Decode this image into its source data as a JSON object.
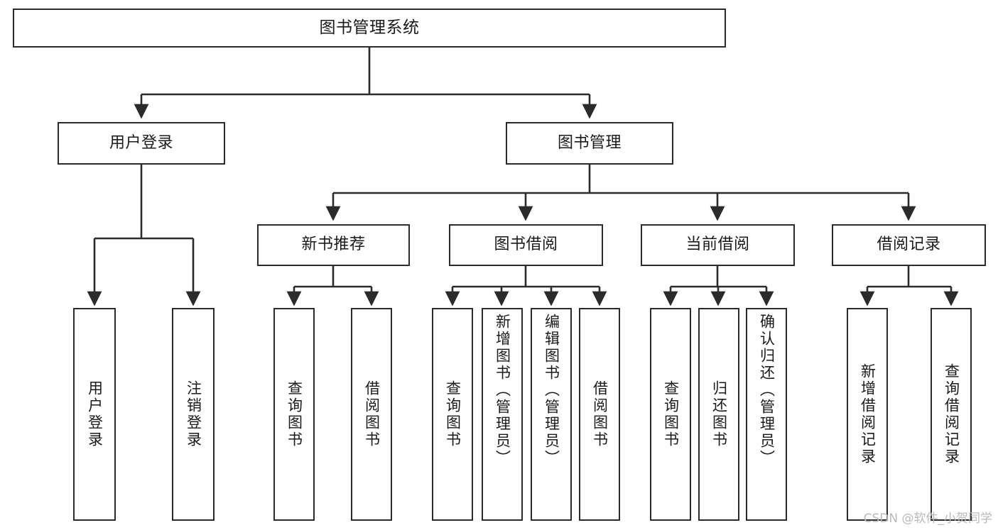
{
  "diagram": {
    "title": "图书管理系统",
    "type": "hierarchy-tree",
    "watermark": "CSDN @软件_小贺同学",
    "colors": {
      "node_border": "#2b2b2b",
      "node_fill": "#ffffff",
      "edge": "#2b2b2b",
      "text": "#1a1a1a",
      "background": "#ffffff",
      "watermark": "#b9b9b9"
    },
    "nodes": {
      "root": {
        "label": "图书管理系统"
      },
      "level2": [
        {
          "label": "用户登录"
        },
        {
          "label": "图书管理"
        }
      ],
      "level3": [
        {
          "label": "新书推荐"
        },
        {
          "label": "图书借阅"
        },
        {
          "label": "当前借阅"
        },
        {
          "label": "借阅记录"
        }
      ],
      "leaves": {
        "user_login": [
          {
            "label": "用户登录"
          },
          {
            "label": "注销登录"
          }
        ],
        "new_book_recommend": [
          {
            "label": "查询图书"
          },
          {
            "label": "借阅图书"
          }
        ],
        "book_borrow": [
          {
            "label": "查询图书"
          },
          {
            "label": "新增图书（管理员）"
          },
          {
            "label": "编辑图书（管理员）"
          },
          {
            "label": "借阅图书"
          }
        ],
        "current_borrow": [
          {
            "label": "查询图书"
          },
          {
            "label": "归还图书"
          },
          {
            "label": "确认归还（管理员）"
          }
        ],
        "borrow_record": [
          {
            "label": "新增借阅记录"
          },
          {
            "label": "查询借阅记录"
          }
        ]
      }
    }
  }
}
